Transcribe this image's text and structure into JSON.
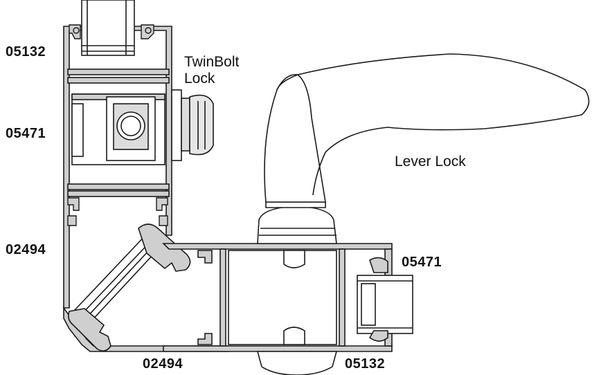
{
  "labels": {
    "code_top_left": "05132",
    "code_mid_left": "05471",
    "code_lower_left": "02494",
    "code_bottom": "02494",
    "code_right": "05471",
    "code_bottom_right": "05132",
    "twinbolt_line1": "TwinBolt",
    "twinbolt_line2": "Lock",
    "lever_lock": "Lever Lock"
  },
  "colors": {
    "profile_fill": "#cfcfcf",
    "stroke": "#1a1a1a",
    "background": "#ffffff"
  }
}
